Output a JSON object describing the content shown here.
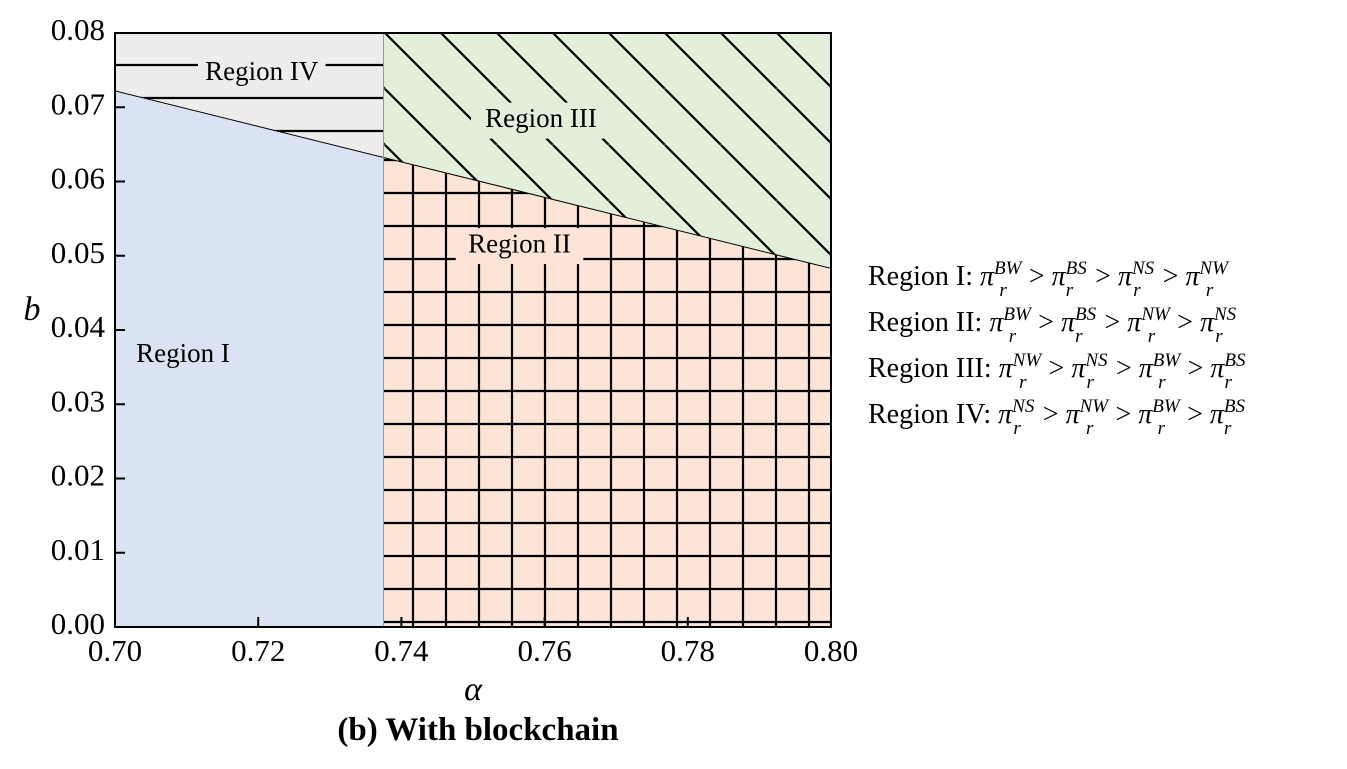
{
  "chart_data": {
    "type": "area",
    "title": "(b) With blockchain",
    "xlabel": "α",
    "ylabel": "b",
    "xlim": [
      0.7,
      0.8
    ],
    "ylim": [
      0.0,
      0.08
    ],
    "x_ticks": [
      "0.70",
      "0.72",
      "0.74",
      "0.76",
      "0.78",
      "0.80"
    ],
    "y_ticks": [
      "0.00",
      "0.01",
      "0.02",
      "0.03",
      "0.04",
      "0.05",
      "0.06",
      "0.07",
      "0.08"
    ],
    "alpha_threshold": 0.7375,
    "boundary_line": [
      {
        "x": 0.7,
        "y": 0.0722
      },
      {
        "x": 0.8,
        "y": 0.0483
      }
    ],
    "grid": false,
    "regions": [
      {
        "id": "I",
        "label": "Region I",
        "color": "#dae3f4",
        "hatch": "none",
        "label_at": {
          "x": 0.7095,
          "y": 0.0365
        }
      },
      {
        "id": "II",
        "label": "Region II",
        "color": "#fce4d6",
        "hatch": "grid",
        "label_at": {
          "x": 0.7565,
          "y": 0.0513
        }
      },
      {
        "id": "III",
        "label": "Region III",
        "color": "#e2efda",
        "hatch": "diagonal",
        "label_at": {
          "x": 0.7595,
          "y": 0.0682
        }
      },
      {
        "id": "IV",
        "label": "Region IV",
        "color": "#ededed",
        "hatch": "horizontal",
        "label_at": {
          "x": 0.7205,
          "y": 0.0745
        }
      }
    ],
    "legend": {
      "placement": "right",
      "entries": [
        {
          "prefix": "Region I: ",
          "order": [
            "BW",
            "BS",
            "NS",
            "NW"
          ]
        },
        {
          "prefix": "Region II: ",
          "order": [
            "BW",
            "BS",
            "NW",
            "NS"
          ]
        },
        {
          "prefix": "Region III: ",
          "order": [
            "NW",
            "NS",
            "BW",
            "BS"
          ]
        },
        {
          "prefix": "Region IV: ",
          "order": [
            "NS",
            "NW",
            "BW",
            "BS"
          ]
        }
      ],
      "symbol": "π",
      "subscript": "r",
      "relation": ">"
    }
  }
}
